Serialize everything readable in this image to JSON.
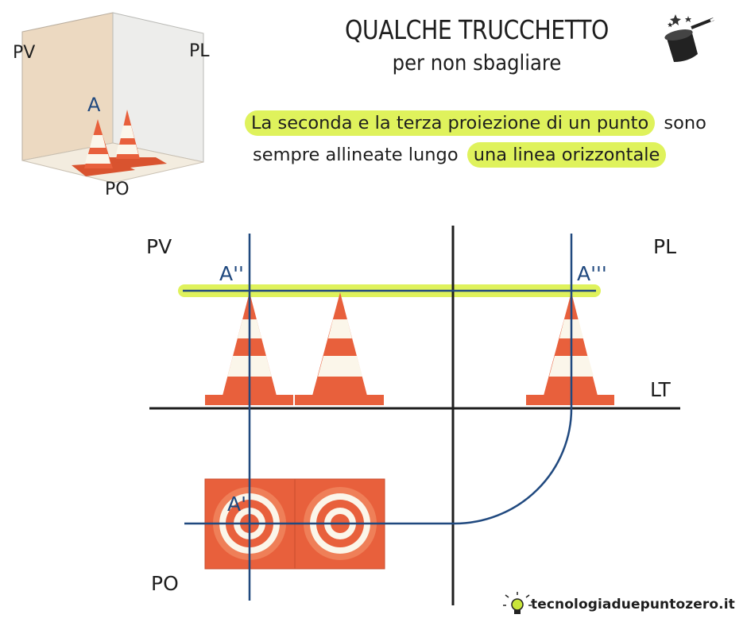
{
  "header": {
    "title": "QUALCHE TRUCCHETTO",
    "subtitle": "per non sbagliare"
  },
  "rule": {
    "line1_highlight": "La seconda e la terza proiezione di un punto",
    "line1_rest": "sono",
    "line2_start": "sempre allineate lungo",
    "line2_highlight": "una linea orizzontale"
  },
  "iso_view": {
    "pv": "PV",
    "pl": "PL",
    "po": "PO",
    "point": "A"
  },
  "diagram": {
    "pv": "PV",
    "pl": "PL",
    "po": "PO",
    "lt": "LT",
    "a_second": "A''",
    "a_third": "A'''",
    "a_first": "A'"
  },
  "footer": {
    "site": "tecnologiaduepuntozero.it"
  },
  "colors": {
    "cone_orange": "#e8603c",
    "cone_stripe": "#fbf6ea",
    "highlight": "#dff25c",
    "axis_blue": "#20497f",
    "line_black": "#1e1e1e",
    "wall_left": "#ecd9c1",
    "wall_right": "#ededeb",
    "floor": "#f3ecdf"
  },
  "icons": [
    "magic-hat-icon",
    "lightbulb-icon"
  ]
}
